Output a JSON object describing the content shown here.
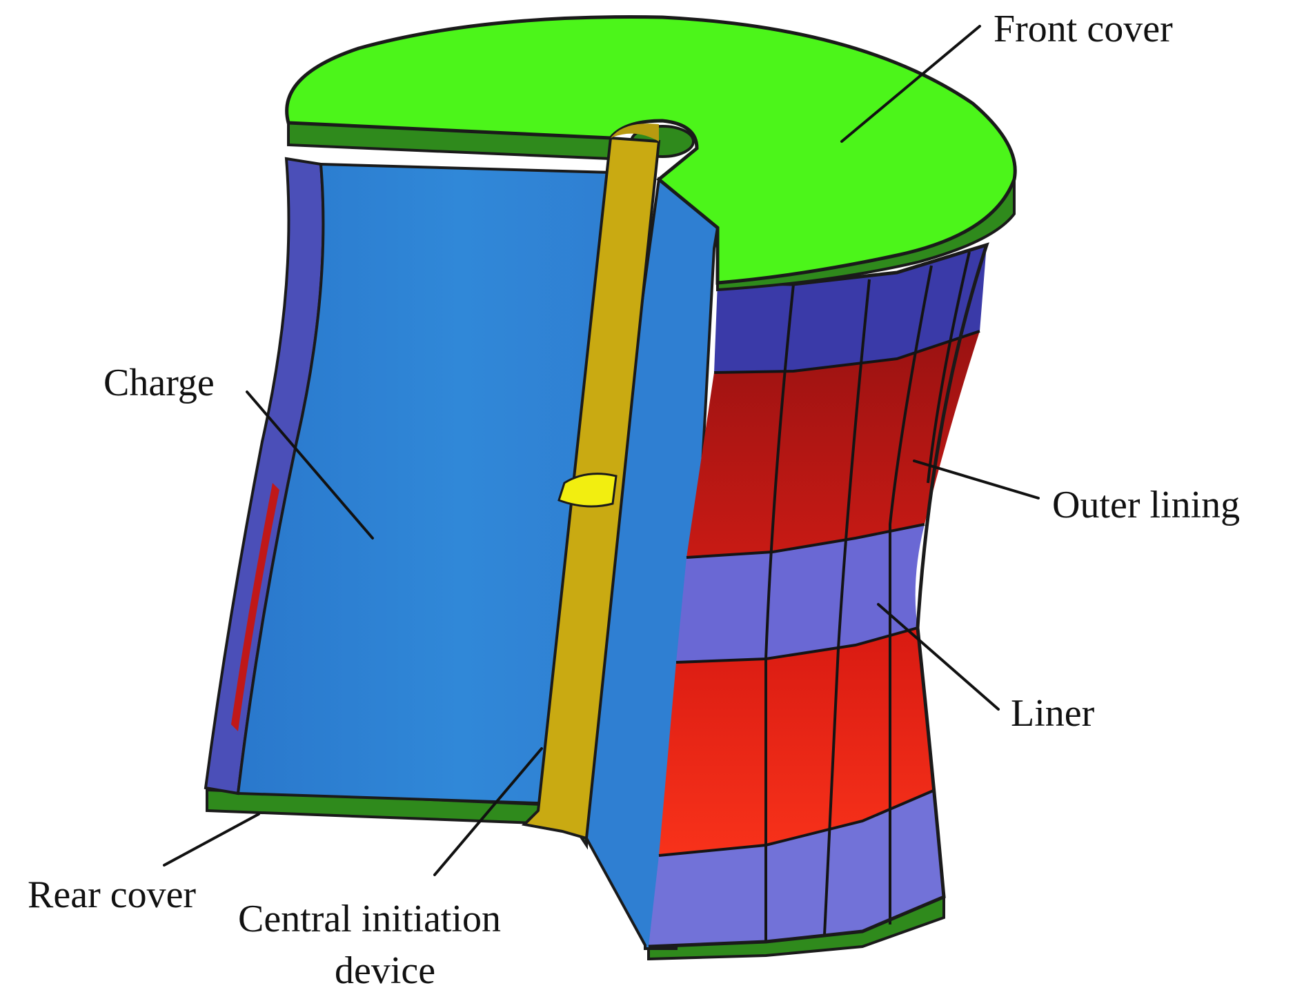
{
  "labels": {
    "front_cover": "Front cover",
    "charge": "Charge",
    "outer_lining": "Outer lining",
    "liner": "Liner",
    "rear_cover": "Rear cover",
    "central_initiation_line1": "Central initiation",
    "central_initiation_line2": "device"
  },
  "colors": {
    "front_cover": "#4cf51a",
    "cover_rim": "#2f8a1c",
    "charge": "#2f86d8",
    "charge_edge_purple": "#4b4fb8",
    "detonator_rod": "#c9aa12",
    "detonator_highlight": "#f2ee10",
    "liner_purple": "#6a68d4",
    "liner_purple_dark": "#3a3aa8",
    "outer_red": "#c01818",
    "outer_red_bright": "#f02a10",
    "outline": "#1a1a1a"
  }
}
